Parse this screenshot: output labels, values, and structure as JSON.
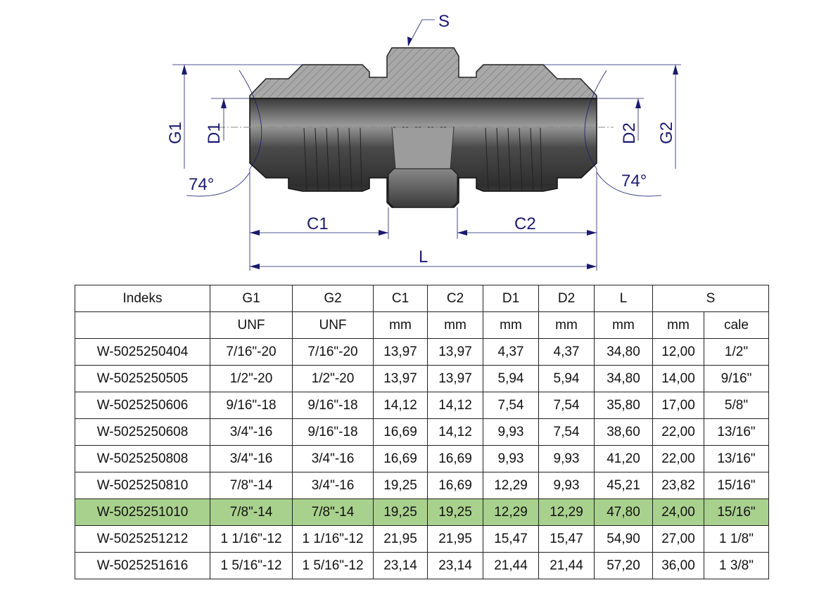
{
  "drawing": {
    "labels": {
      "s": "S",
      "g1": "G1",
      "g2": "G2",
      "d1": "D1",
      "d2": "D2",
      "angle_left": "74°",
      "angle_right": "74°",
      "c1": "C1",
      "c2": "C2",
      "l": "L"
    },
    "colors": {
      "dimension": "#1a1a6e",
      "highlight": "#a9d18e"
    }
  },
  "table": {
    "header": [
      "Indeks",
      "G1",
      "G2",
      "C1",
      "C2",
      "D1",
      "D2",
      "L",
      "S"
    ],
    "units": [
      "",
      "UNF",
      "UNF",
      "mm",
      "mm",
      "mm",
      "mm",
      "mm",
      "mm",
      "cale"
    ],
    "rows": [
      [
        "W-5025250404",
        "7/16\"-20",
        "7/16\"-20",
        "13,97",
        "13,97",
        "4,37",
        "4,37",
        "34,80",
        "12,00",
        "1/2\""
      ],
      [
        "W-5025250505",
        "1/2\"-20",
        "1/2\"-20",
        "13,97",
        "13,97",
        "5,94",
        "5,94",
        "34,80",
        "14,00",
        "9/16\""
      ],
      [
        "W-5025250606",
        "9/16\"-18",
        "9/16\"-18",
        "14,12",
        "14,12",
        "7,54",
        "7,54",
        "35,80",
        "17,00",
        "5/8\""
      ],
      [
        "W-5025250608",
        "3/4\"-16",
        "9/16\"-18",
        "16,69",
        "14,12",
        "9,93",
        "7,54",
        "38,60",
        "22,00",
        "13/16\""
      ],
      [
        "W-5025250808",
        "3/4\"-16",
        "3/4\"-16",
        "16,69",
        "16,69",
        "9,93",
        "9,93",
        "41,20",
        "22,00",
        "13/16\""
      ],
      [
        "W-5025250810",
        "7/8\"-14",
        "3/4\"-16",
        "19,25",
        "16,69",
        "12,29",
        "9,93",
        "45,21",
        "23,82",
        "15/16\""
      ],
      [
        "W-5025251010",
        "7/8\"-14",
        "7/8\"-14",
        "19,25",
        "19,25",
        "12,29",
        "12,29",
        "47,80",
        "24,00",
        "15/16\""
      ],
      [
        "W-5025251212",
        "1 1/16\"-12",
        "1 1/16\"-12",
        "21,95",
        "21,95",
        "15,47",
        "15,47",
        "54,90",
        "27,00",
        "1 1/8\""
      ],
      [
        "W-5025251616",
        "1 5/16\"-12",
        "1 5/16\"-12",
        "23,14",
        "23,14",
        "21,44",
        "21,44",
        "57,20",
        "36,00",
        "1 3/8\""
      ]
    ],
    "highlighted_row": 6
  }
}
